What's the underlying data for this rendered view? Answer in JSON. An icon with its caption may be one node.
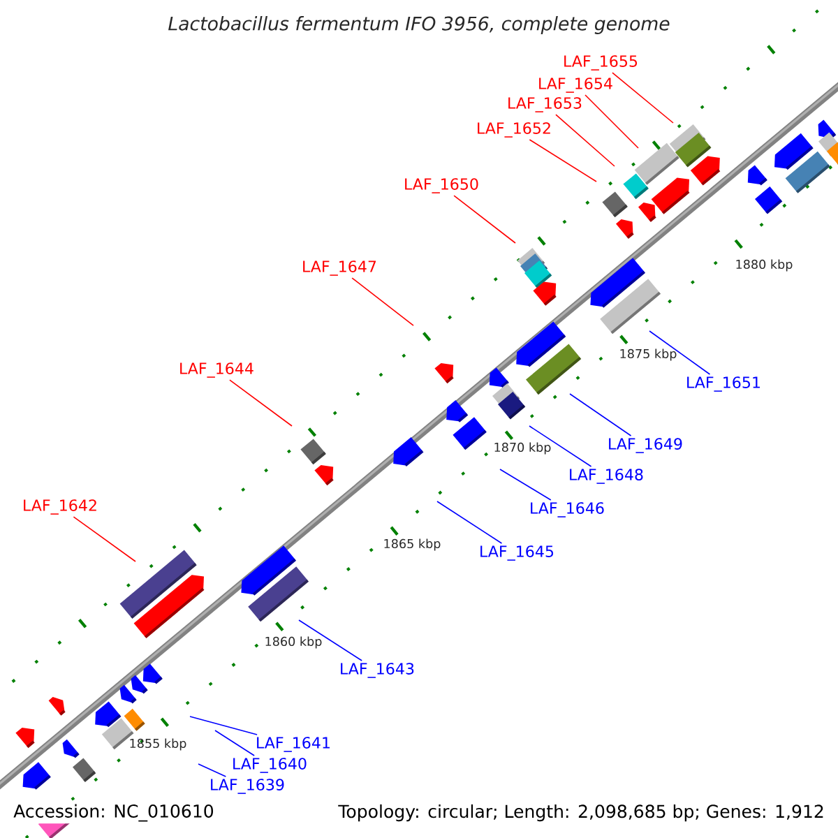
{
  "diagram": {
    "title": "Lactobacillus fermentum IFO 3956, complete genome",
    "nodes": [
      {
        "text": [
          "LAF_1655"
        ]
      },
      {
        "text": [
          "LAF_1654"
        ]
      },
      {
        "text": [
          "LAF_1653"
        ]
      },
      {
        "text": [
          "LAF_1652"
        ]
      },
      {
        "text": [
          "LAF_1650"
        ]
      },
      {
        "text": [
          "LAF_1647"
        ]
      },
      {
        "text": [
          "LAF_1644"
        ]
      },
      {
        "text": [
          "LAF_1651"
        ]
      },
      {
        "text": [
          "LAF_1649"
        ]
      },
      {
        "text": [
          "LAF_1648"
        ]
      },
      {
        "text": [
          "LAF_1642"
        ]
      },
      {
        "text": [
          "LAF_1646"
        ]
      },
      {
        "text": [
          "LAF_1645"
        ]
      },
      {
        "text": [
          "LAF_1643"
        ]
      },
      {
        "text": [
          "LAF_1641"
        ]
      },
      {
        "text": [
          "LAF_1640"
        ]
      },
      {
        "text": [
          "LAF_1639"
        ]
      }
    ],
    "edges": [
      {
        "from": 0,
        "to": null,
        "arrow": "none",
        "color": "#ff0000"
      },
      {
        "from": 1,
        "to": null,
        "arrow": "none",
        "color": "#ff0000"
      },
      {
        "from": 2,
        "to": null,
        "arrow": "none",
        "color": "#ff0000"
      },
      {
        "from": 3,
        "to": null,
        "arrow": "none",
        "color": "#ff0000"
      },
      {
        "from": 4,
        "to": null,
        "arrow": "none",
        "color": "#ff0000"
      },
      {
        "from": 5,
        "to": null,
        "arrow": "none",
        "color": "#ff0000"
      },
      {
        "from": 6,
        "to": null,
        "arrow": "none",
        "color": "#ff0000"
      },
      {
        "from": 7,
        "to": null,
        "arrow": "none"
      },
      {
        "from": 8,
        "to": null,
        "arrow": "none"
      },
      {
        "from": 9,
        "to": null,
        "arrow": "none"
      },
      {
        "from": 10,
        "to": null,
        "arrow": "none",
        "color": "#ff0000"
      },
      {
        "from": 11,
        "to": null,
        "arrow": "none"
      },
      {
        "from": 12,
        "to": null,
        "arrow": "none"
      },
      {
        "from": 13,
        "to": null,
        "arrow": "none"
      },
      {
        "from": 14,
        "to": null,
        "arrow": "none"
      },
      {
        "from": 15,
        "to": null,
        "arrow": "none"
      },
      {
        "from": 16,
        "to": null,
        "arrow": "none"
      }
    ],
    "labels": [
      "1880 kbp",
      "1875 kbp",
      "1870 kbp",
      "1865 kbp",
      "1860 kbp",
      "1855 kbp",
      "Accession: NC_010610",
      "Topology: circular; Length: 2,098,685 bp; Genes: 1,912"
    ]
  }
}
